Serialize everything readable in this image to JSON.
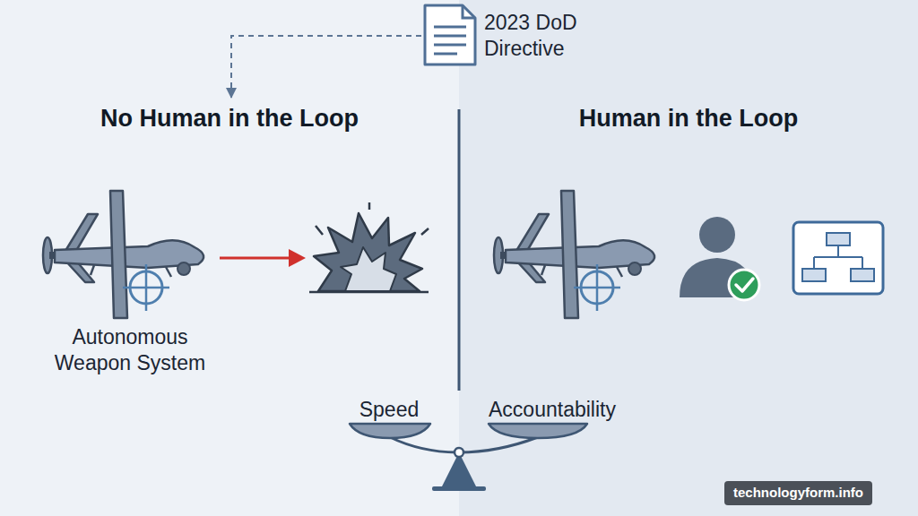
{
  "diagram": {
    "nodes": [
      {
        "text": [
          "2023 DoD Directive"
        ]
      },
      {
        "text": [
          "No Human in the Loop",
          "Autonomous Weapon System"
        ]
      },
      {
        "text": [
          "Human in the Loop"
        ]
      },
      {
        "text": [
          "technologyform.info"
        ]
      }
    ],
    "edges": [
      {
        "from": 0,
        "to": 1,
        "arrow": "to"
      }
    ],
    "labels": [
      "Speed",
      "Accountability"
    ]
  }
}
